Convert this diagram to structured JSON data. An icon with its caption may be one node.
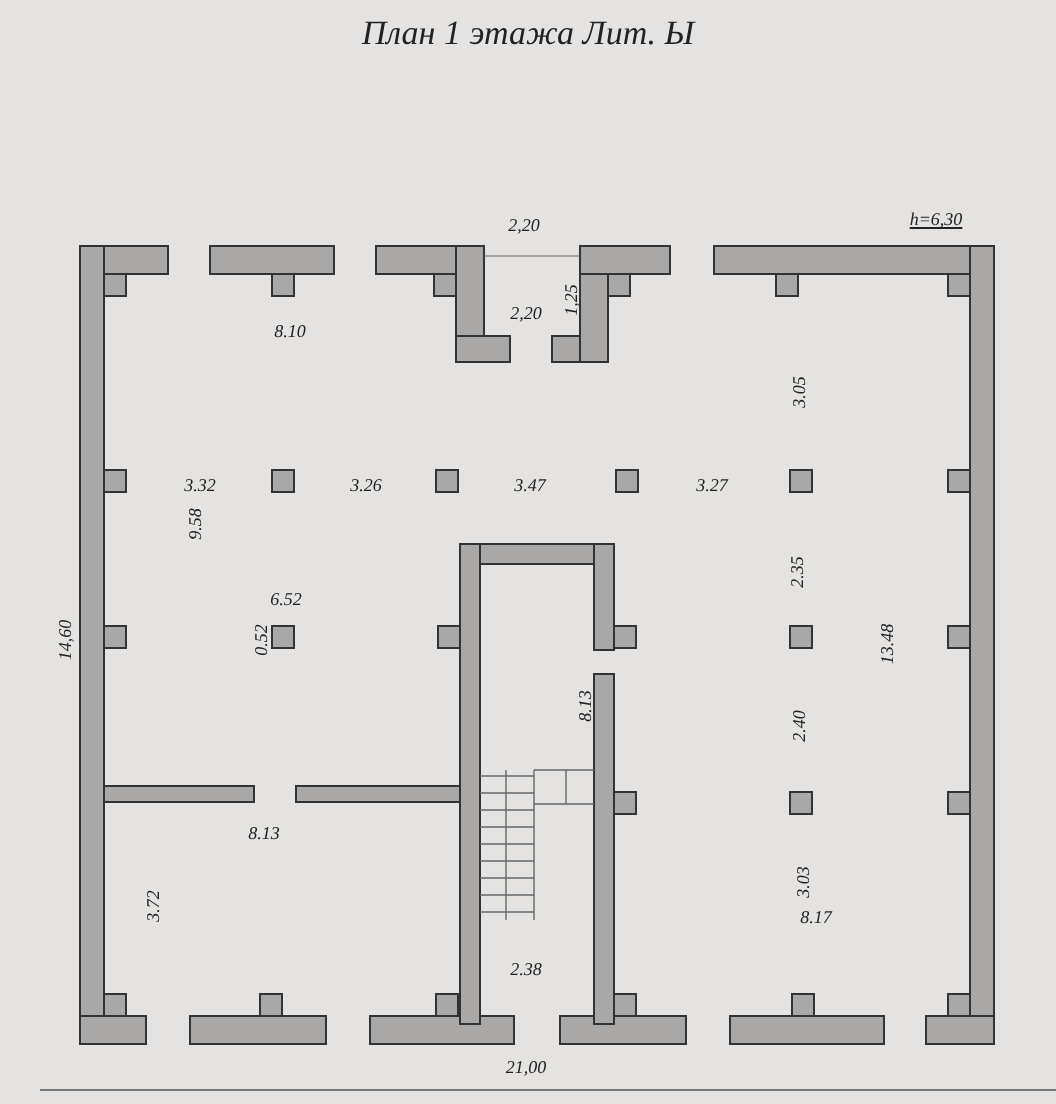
{
  "diagram": {
    "title": "План 1 этажа Лит. Ы",
    "labels": [
      "2,20",
      "h=6,30",
      "2,20",
      "1,25",
      "8.10",
      "3.05",
      "3.32",
      "9.58",
      "3.26",
      "3.47",
      "3.27",
      "14,60",
      "6.52",
      "0.52",
      "2.35",
      "13.48",
      "8.13",
      "2.40",
      "8.13",
      "3.72",
      "3.03",
      "8.17",
      "2.38",
      "21,00"
    ]
  }
}
